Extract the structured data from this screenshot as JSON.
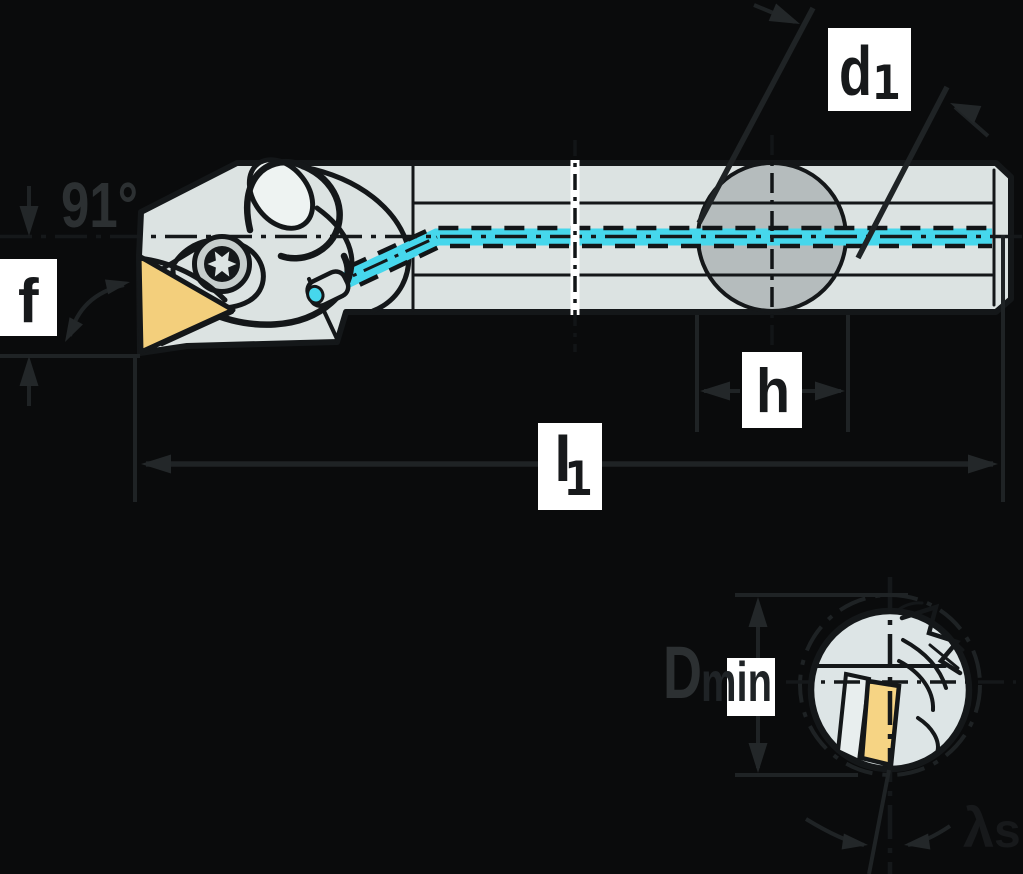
{
  "diagram": {
    "title": "Boring bar with screw-clamped insert — dimension drawing",
    "views": {
      "side_view": {
        "description": "Tool shank side view with cutting head, clamping boss and internal coolant channel",
        "dimension_labels": [
          "91°",
          "f",
          "d1",
          "h",
          "l1"
        ]
      },
      "section_view": {
        "description": "End cross-section showing insert inclination inside minimum bore",
        "dimension_labels": [
          "Dmin",
          "λs"
        ]
      }
    }
  },
  "labels": {
    "angle": "91°",
    "f": "f",
    "d1_base": "d",
    "d1_sub": "1",
    "h": "h",
    "l1_base": "l",
    "l1_sub": "1",
    "dmin_base": "D",
    "dmin_sub": "min",
    "lambda_base": "λ",
    "lambda_sub": "s"
  },
  "colors": {
    "background": "#0a0b0c",
    "body_fill": "#dce3e2",
    "section_fill": "#dde5e6",
    "boss_fill": "#b5bcbd",
    "insert_fill": "#f3cf7c",
    "insert_fill_section": "#f6d484",
    "coolant": "#46d7ec",
    "outline": "#141719",
    "dim_line": "#1f2325",
    "dim_text_dark": "#2c3032",
    "label_text": "#17191b",
    "label_box": "#ffffff"
  }
}
